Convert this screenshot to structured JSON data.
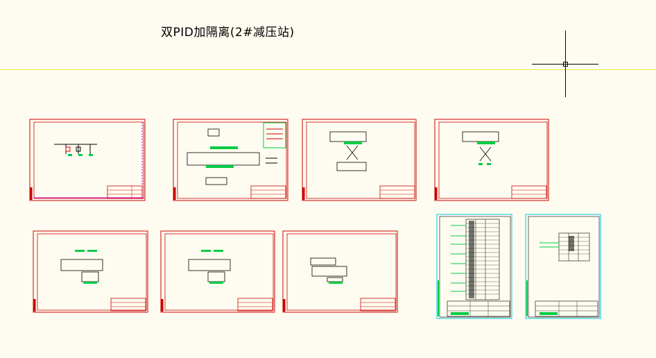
{
  "drawing_title": "双PID加隔离(2#减压站)",
  "colors": {
    "background": "#fefcf0",
    "frame_red": "#cc0000",
    "frame_cyan": "#00c8e0",
    "wire_green": "#00cc44",
    "axis_yellow": "#e8e84a",
    "ink": "#000000",
    "magenta": "#cc00cc"
  },
  "sheets": [
    {
      "id": "sheet-1",
      "frame": "red",
      "content": "single-line"
    },
    {
      "id": "sheet-2",
      "frame": "red",
      "content": "terminal-wiring"
    },
    {
      "id": "sheet-3",
      "frame": "red",
      "content": "cross-wiring"
    },
    {
      "id": "sheet-4",
      "frame": "red",
      "content": "cross-wiring-small"
    },
    {
      "id": "sheet-5",
      "frame": "red",
      "content": "module-pair"
    },
    {
      "id": "sheet-6",
      "frame": "red",
      "content": "module-pair"
    },
    {
      "id": "sheet-7",
      "frame": "red",
      "content": "module-single"
    },
    {
      "id": "sheet-8",
      "frame": "cyan",
      "content": "io-table-long"
    },
    {
      "id": "sheet-9",
      "frame": "cyan",
      "content": "io-table-short"
    }
  ],
  "crosshair_icon": "crosshair-cursor-icon"
}
